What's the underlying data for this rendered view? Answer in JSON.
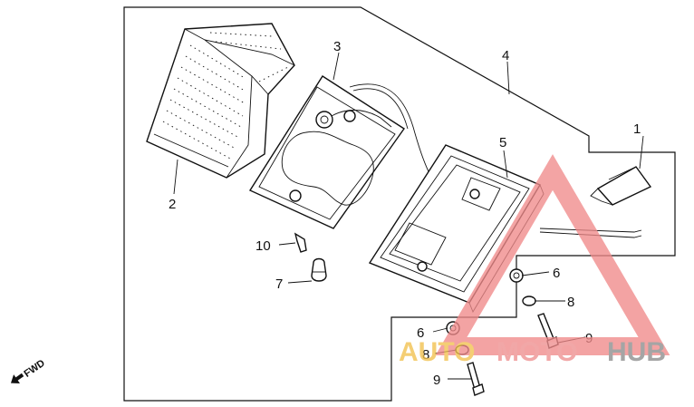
{
  "callouts": [
    {
      "id": "1",
      "text": "1"
    },
    {
      "id": "2",
      "text": "2"
    },
    {
      "id": "3",
      "text": "3"
    },
    {
      "id": "4",
      "text": "4"
    },
    {
      "id": "5",
      "text": "5"
    },
    {
      "id": "6a",
      "text": "6"
    },
    {
      "id": "6b",
      "text": "6"
    },
    {
      "id": "7",
      "text": "7"
    },
    {
      "id": "8a",
      "text": "8"
    },
    {
      "id": "8b",
      "text": "8"
    },
    {
      "id": "9a",
      "text": "9"
    },
    {
      "id": "9b",
      "text": "9"
    },
    {
      "id": "10",
      "text": "10"
    }
  ],
  "direction_marker": {
    "text": "FWD",
    "icon": "arrow-icon"
  },
  "watermark": {
    "text_auto": "AUTO",
    "text_moto": "MOTO",
    "text_hub": "HUB",
    "colors": {
      "auto": "#f2c14e",
      "moto": "#ee8f8f",
      "hub": "#8c8c8c",
      "triangle": "#f08a8a"
    }
  }
}
